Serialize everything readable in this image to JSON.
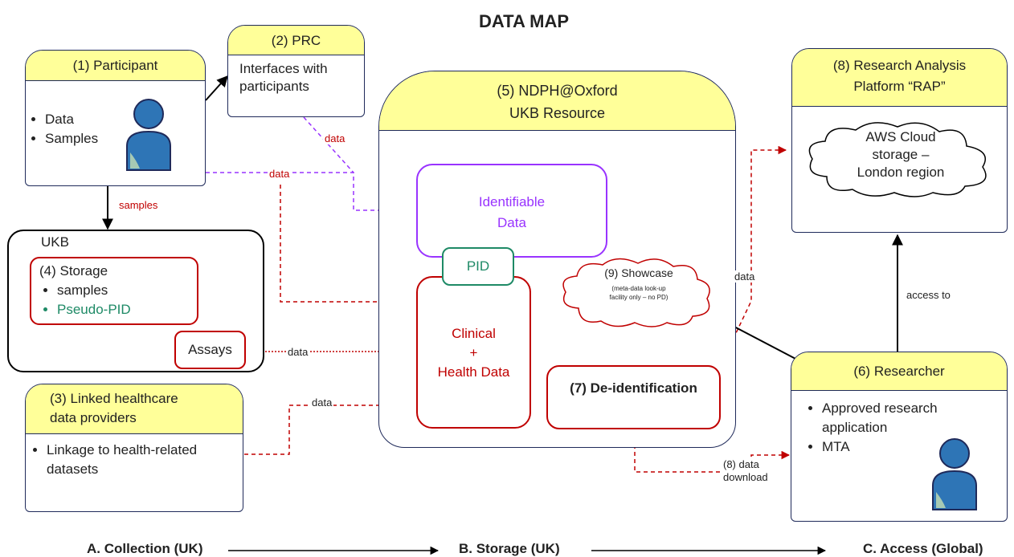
{
  "title": "DATA MAP",
  "participant": {
    "header": "(1) Participant",
    "items": [
      "Data",
      "Samples"
    ]
  },
  "prc": {
    "header": "(2) PRC",
    "body": "Interfaces with participants"
  },
  "ndph": {
    "header_line1": "(5) NDPH@Oxford",
    "header_line2": "UKB Resource"
  },
  "rap": {
    "header_line1": "(8) Research Analysis",
    "header_line2": "Platform “RAP”",
    "cloud_line1": "AWS Cloud",
    "cloud_line2": "storage –",
    "cloud_line3": "London region"
  },
  "ukb": {
    "label": "UKB",
    "storage_title": "(4) Storage",
    "storage_items": [
      "samples",
      "Pseudo-PID"
    ],
    "assays": "Assays"
  },
  "identifiable": {
    "line1": "Identifiable",
    "line2": "Data"
  },
  "pid": "PID",
  "clinical": {
    "line1": "Clinical",
    "line2": "+",
    "line3": "Health Data"
  },
  "showcase": {
    "title": "(9) Showcase",
    "note_line1": "(meta-data look-up",
    "note_line2": "facility only – no PD)"
  },
  "deid": "(7) De-identification",
  "linked": {
    "header_line1": "(3) Linked healthcare",
    "header_line2": "data providers",
    "item": "Linkage to health-related datasets"
  },
  "researcher": {
    "header": "(6) Researcher",
    "items": [
      "Approved research application",
      "MTA"
    ]
  },
  "labels": {
    "data": "data",
    "samples": "samples",
    "access_to": "access to",
    "download_line1": "(8) data",
    "download_line2": "download"
  },
  "stages": {
    "a": "A. Collection (UK)",
    "b": "B. Storage (UK)",
    "c": "C. Access (Global)"
  },
  "colors": {
    "header_yellow": "#ffff99",
    "border_navy": "#1f2a5a",
    "red": "#c00000",
    "purple": "#9933ff",
    "green": "#1e8a66"
  }
}
